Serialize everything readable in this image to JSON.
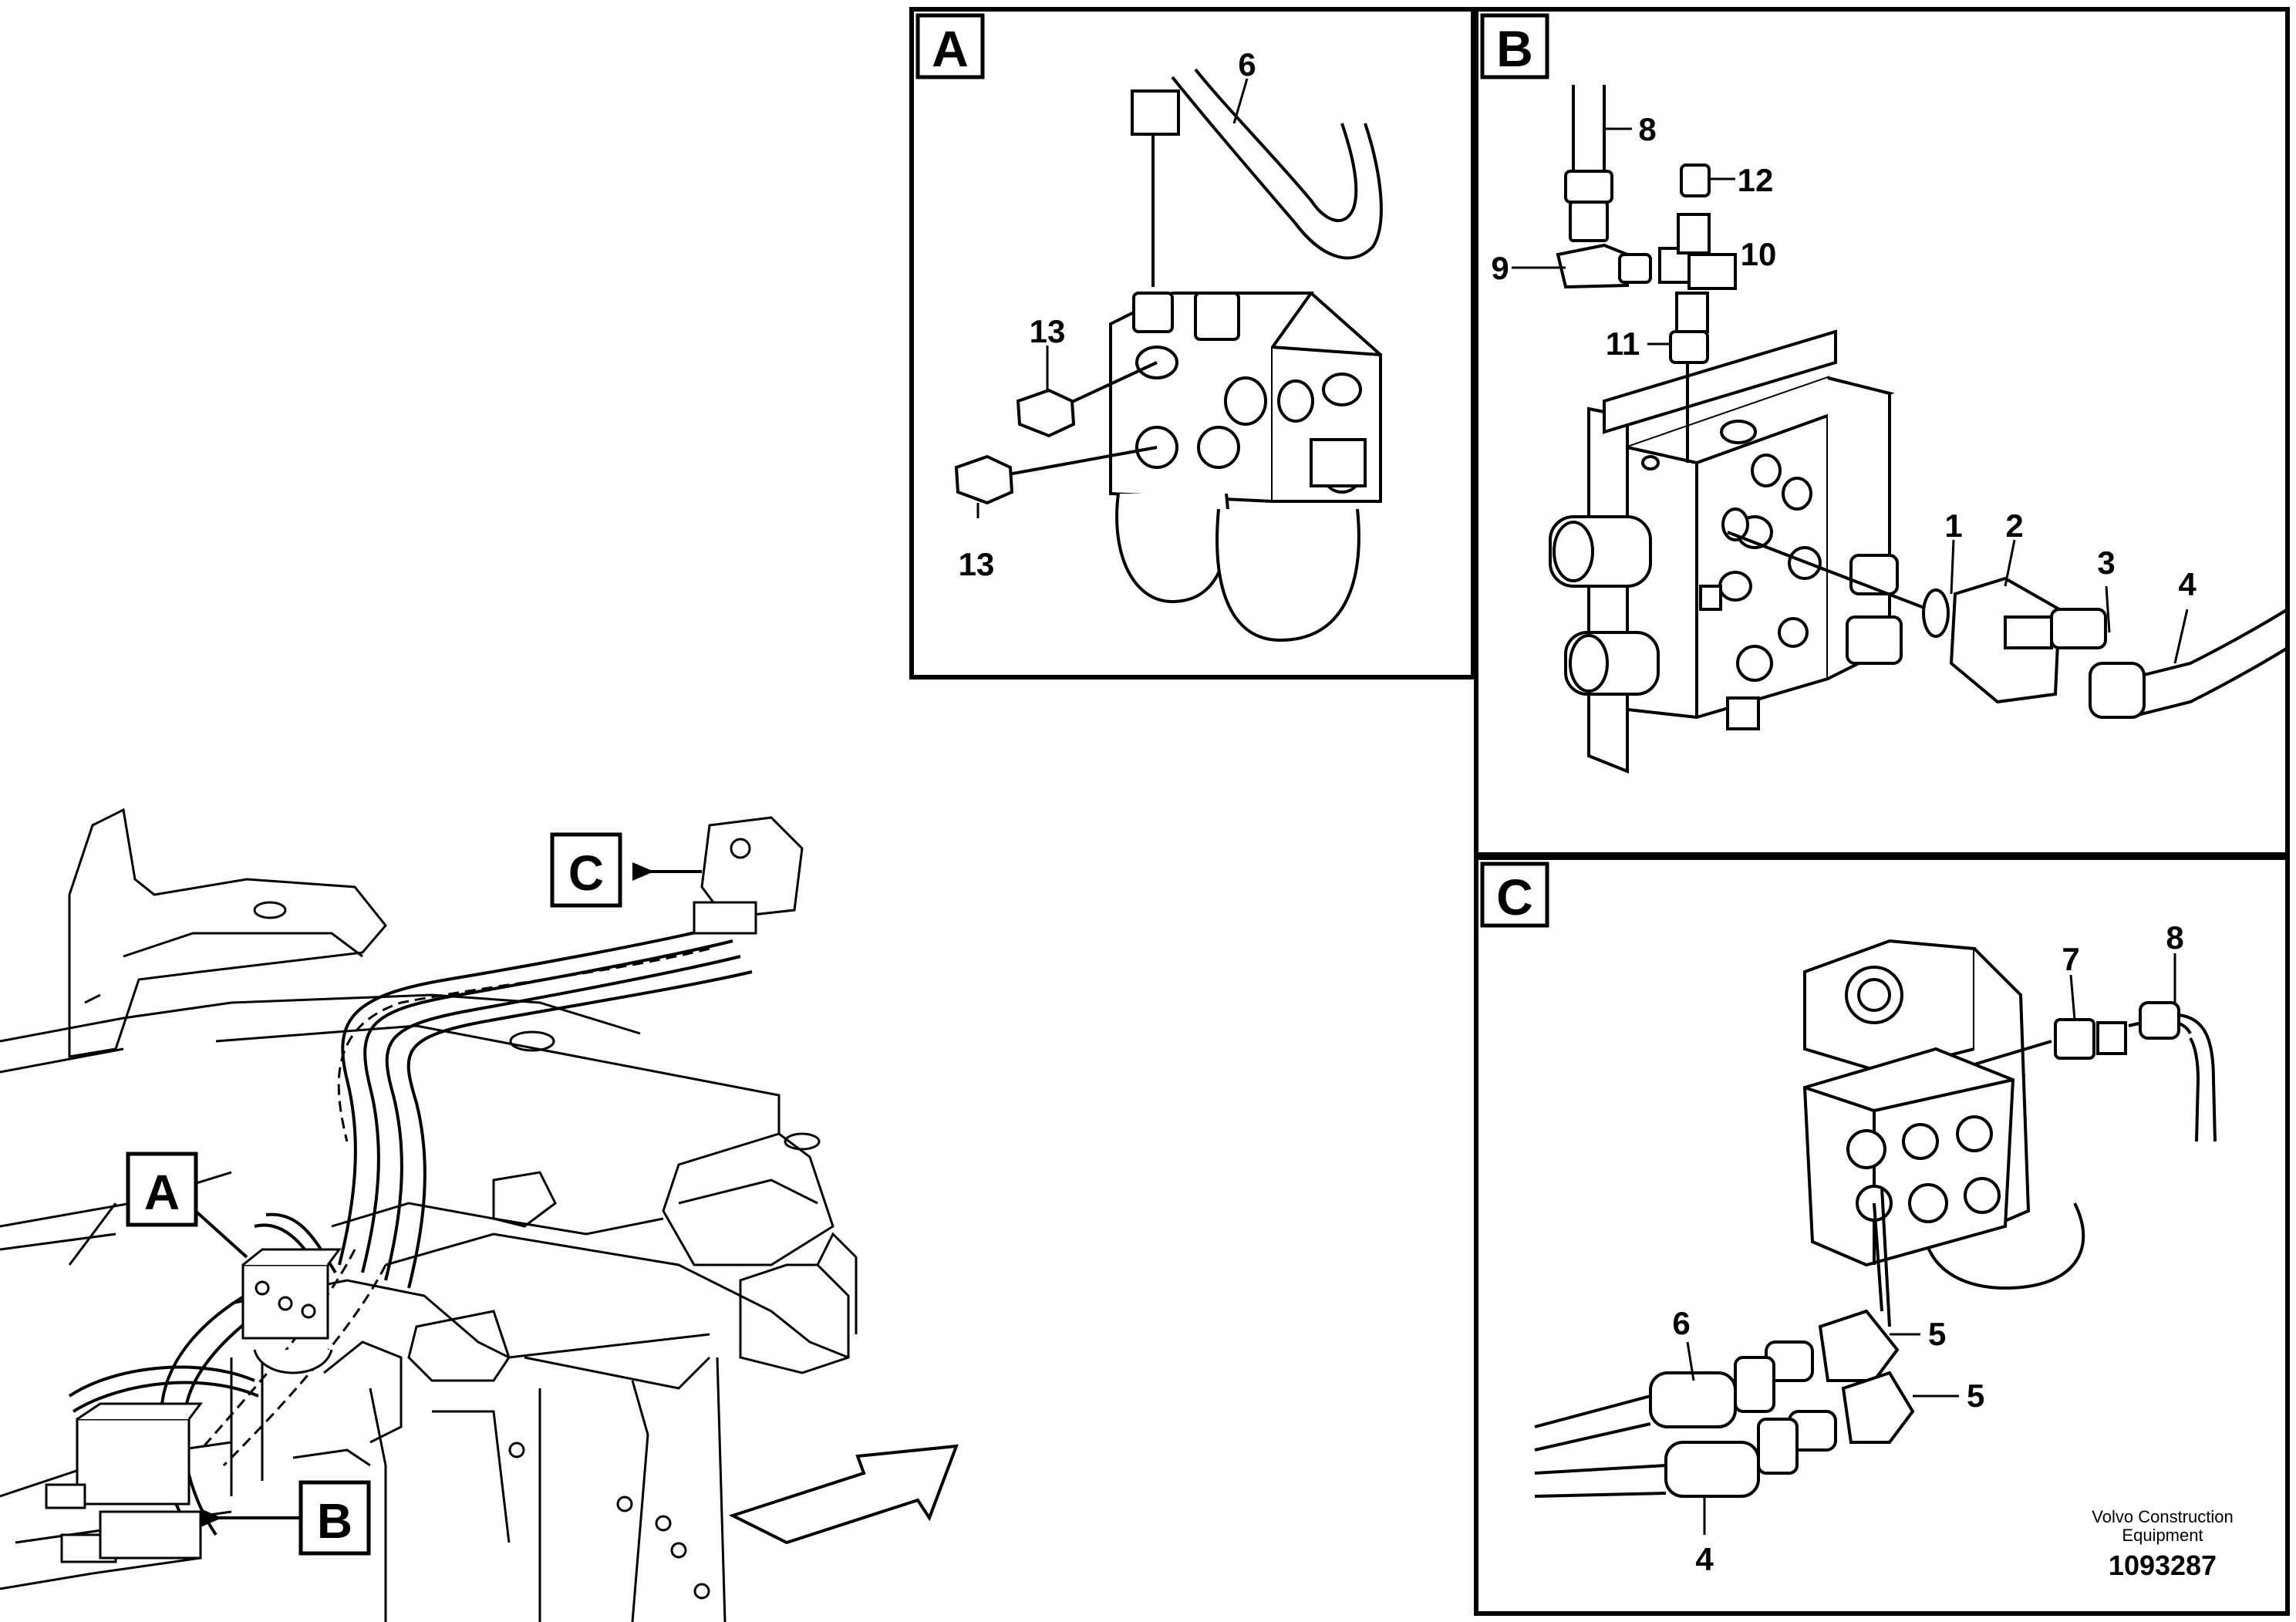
{
  "panels": {
    "a": {
      "tag": "A",
      "part_labels": [
        "6",
        "13",
        "13"
      ]
    },
    "b": {
      "tag": "B",
      "part_labels": [
        "8",
        "12",
        "9",
        "10",
        "11",
        "1",
        "2",
        "3",
        "4"
      ]
    },
    "c": {
      "tag": "C",
      "part_labels": [
        "7",
        "8",
        "6",
        "5",
        "5",
        "4"
      ]
    }
  },
  "overview_callouts": [
    "C",
    "A",
    "B"
  ],
  "footer": {
    "publisher_line1": "Volvo Construction",
    "publisher_line2": "Equipment",
    "figure_number": "1093287"
  }
}
